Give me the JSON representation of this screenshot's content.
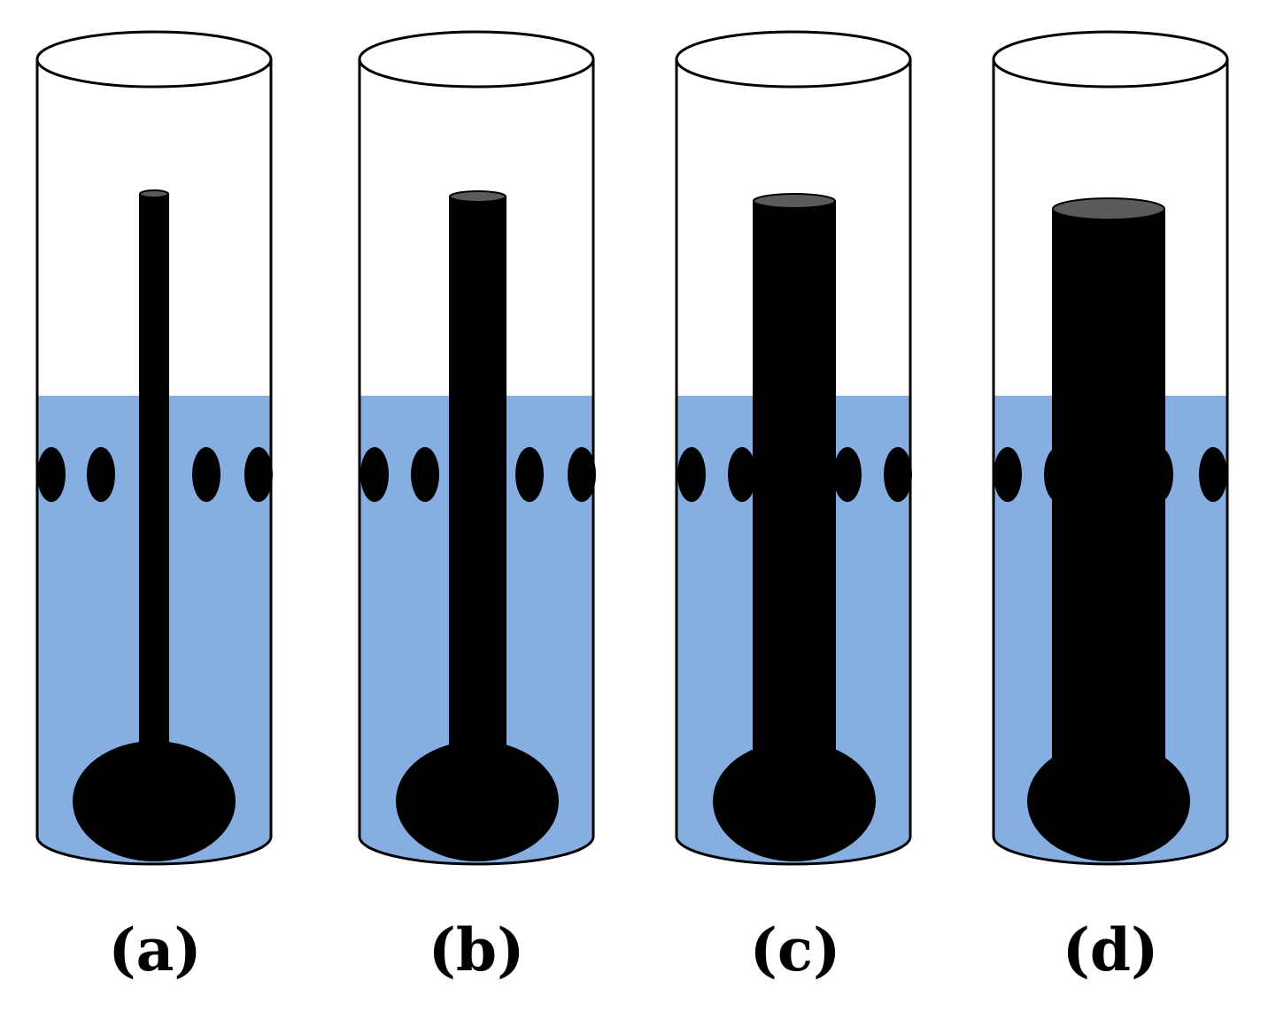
{
  "colors": {
    "liquid": "#87aee0",
    "rod": "#000000",
    "rod_top": "#5a5a5a",
    "outline": "#000000",
    "background": "#ffffff"
  },
  "panels": [
    {
      "label": "(a)",
      "rod_size": "thin"
    },
    {
      "label": "(b)",
      "rod_size": "medium"
    },
    {
      "label": "(c)",
      "rod_size": "wide"
    },
    {
      "label": "(d)",
      "rod_size": "widest"
    }
  ]
}
